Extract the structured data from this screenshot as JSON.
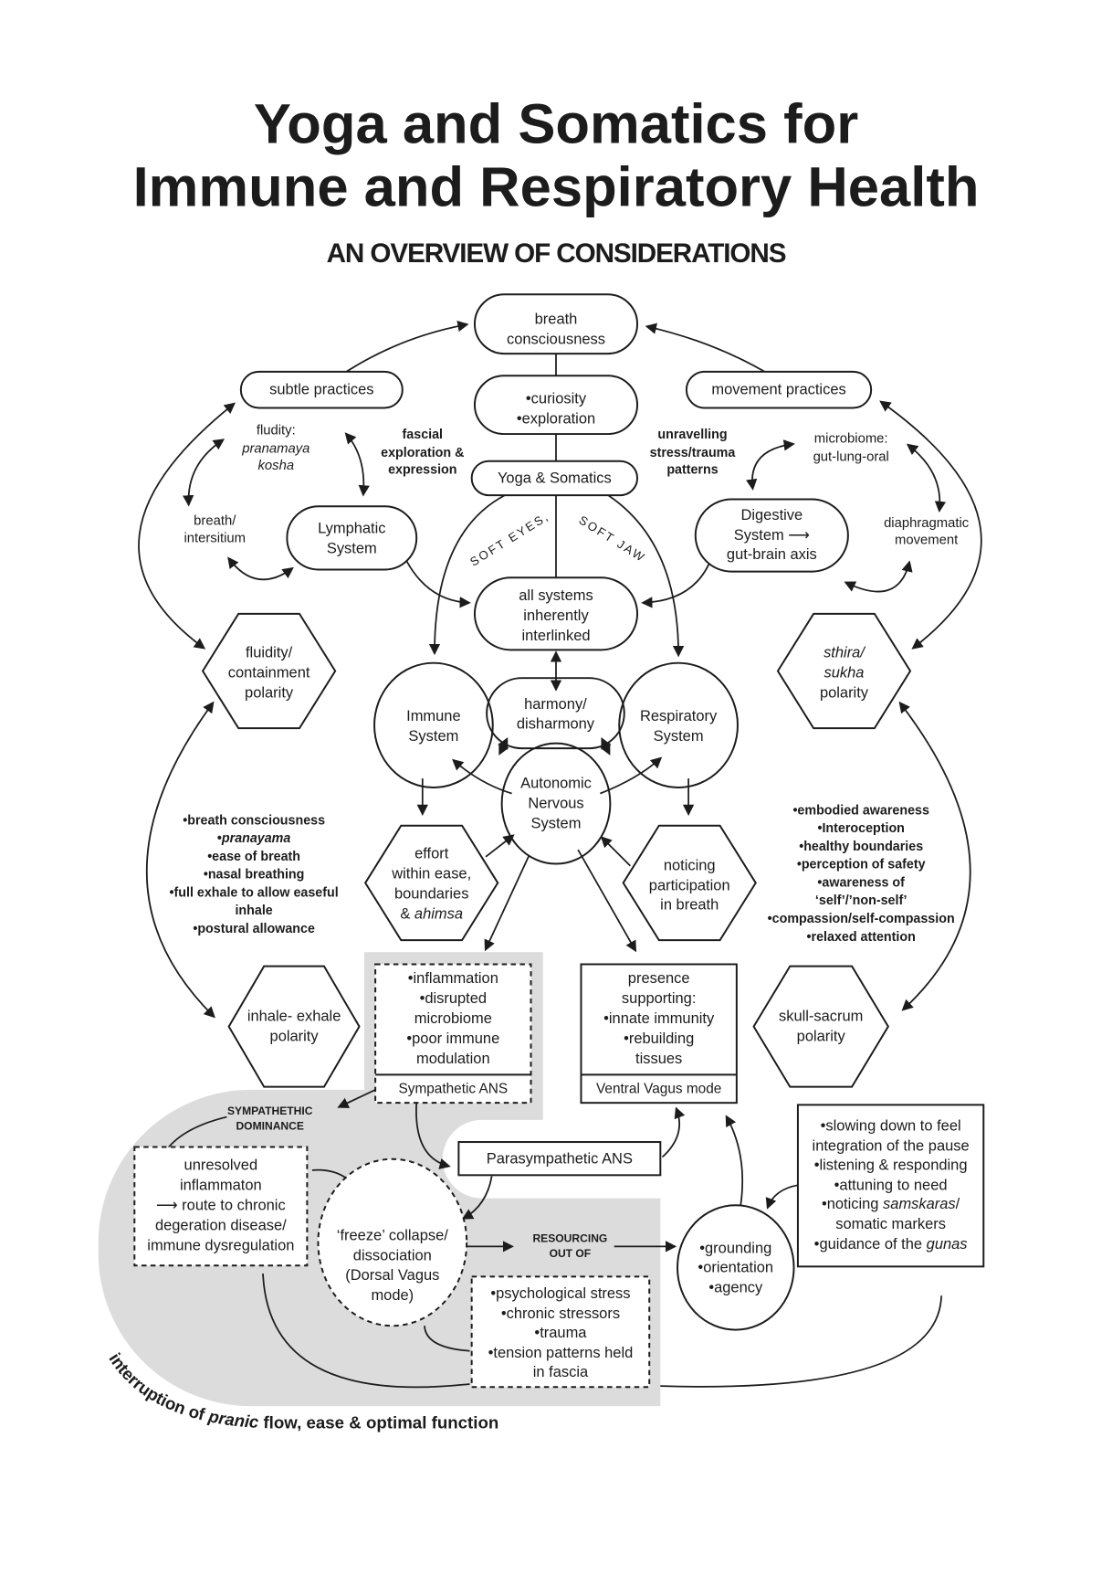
{
  "title": {
    "line1": "Yoga and Somatics for",
    "line2": "Immune and Respiratory Health"
  },
  "subtitle": "AN OVERVIEW OF CONSIDERATIONS",
  "colors": {
    "ink": "#1c1c1c",
    "shade": "#dcdcdc"
  },
  "curve_labels": {
    "soft_eyes": "SOFT EYES,",
    "soft_jaw": "SOFT JAW"
  },
  "footer": {
    "part1": "interruption of ",
    "part2": "pranic",
    "part3": " flow, ease & optimal function"
  },
  "nodes": {
    "breath": {
      "lines": [
        "breath",
        "consciousness"
      ]
    },
    "curiosity": {
      "lines": [
        "•curiosity",
        "•exploration"
      ]
    },
    "yoga": {
      "lines": [
        "Yoga & Somatics"
      ]
    },
    "allsys": {
      "lines": [
        "all systems",
        "inherently",
        "interlinked"
      ]
    },
    "subtle": {
      "lines": [
        "subtle practices"
      ]
    },
    "movement": {
      "lines": [
        "movement practices"
      ]
    },
    "lymph": {
      "lines": [
        "Lymphatic",
        "System"
      ]
    },
    "digest": {
      "lines": [
        "Digestive",
        "System ⟶",
        "gut-brain axis"
      ]
    },
    "fludity": {
      "lines": [
        "fludity:",
        "pranamaya",
        "kosha"
      ]
    },
    "breathInt": {
      "lines": [
        "breath/",
        "intersitium"
      ]
    },
    "fascial": {
      "lines": [
        "fascial",
        "exploration &",
        "expression"
      ]
    },
    "unravel": {
      "lines": [
        "unravelling",
        "stress/trauma",
        "patterns"
      ]
    },
    "micro": {
      "lines": [
        "microbiome:",
        "gut-lung-oral"
      ]
    },
    "diaph": {
      "lines": [
        "diaphragmatic",
        "movement"
      ]
    },
    "fluidity": {
      "lines": [
        "fluidity/",
        "containment",
        "polarity"
      ]
    },
    "sthira": {
      "lines": [
        "sthira/",
        "sukha",
        "polarity"
      ]
    },
    "effort": {
      "lines": [
        "effort",
        "within ease,",
        "boundaries",
        [
          "& ",
          "ahimsa"
        ]
      ]
    },
    "noticing": {
      "lines": [
        "noticing",
        "participation",
        "in breath"
      ]
    },
    "inhale": {
      "lines": [
        "inhale- exhale",
        "polarity"
      ]
    },
    "skull": {
      "lines": [
        "skull-sacrum",
        "polarity"
      ]
    },
    "immune": {
      "lines": [
        "Immune",
        "System"
      ]
    },
    "resp": {
      "lines": [
        "Respiratory",
        "System"
      ]
    },
    "harmony": {
      "lines": [
        "harmony/",
        "disharmony"
      ]
    },
    "ans": {
      "lines": [
        "Autonomic",
        "Nervous",
        "System"
      ]
    },
    "leftList": {
      "lines": [
        "•breath consciousness",
        [
          "•",
          "pranayama"
        ],
        "•ease of breath",
        "•nasal breathing",
        "•full exhale to allow easeful",
        "inhale",
        "•postural allowance"
      ]
    },
    "rightList": {
      "lines": [
        "•embodied awareness",
        "•Interoception",
        "•healthy boundaries",
        "•perception of safety",
        "•awareness of",
        "‘self’/’non-self’",
        "•compassion/self-compassion",
        "•relaxed attention"
      ]
    },
    "symp": {
      "lines": [
        "•inflammation",
        "•disrupted",
        "microbiome",
        "•poor immune",
        "modulation",
        "Sympathetic ANS"
      ]
    },
    "ventral": {
      "lines": [
        "presence",
        "supporting:",
        "•innate immunity",
        "•rebuilding",
        "tissues",
        "Ventral Vagus mode"
      ]
    },
    "sympDom": {
      "lines": [
        "SYMPATHETHIC",
        "DOMINANCE"
      ]
    },
    "unresolved": {
      "lines": [
        "unresolved",
        "inflammaton",
        "⟶ route to chronic",
        "degeration disease/",
        "immune dysregulation"
      ]
    },
    "para": {
      "lines": [
        "Parasympathetic ANS"
      ]
    },
    "freeze": {
      "lines": [
        "‘freeze’ collapse/",
        "dissociation",
        "(Dorsal Vagus",
        "mode)"
      ]
    },
    "resourcing": {
      "lines": [
        "RESOURCING",
        "OUT OF"
      ]
    },
    "grounding": {
      "lines": [
        "•grounding",
        "•orientation",
        "•agency"
      ]
    },
    "rightBox": {
      "lines": [
        "•slowing down to feel",
        "integration of the pause",
        "•listening & responding",
        "•attuning to need",
        [
          "•noticing ",
          "samskaras",
          "/"
        ],
        "somatic markers",
        [
          "•guidance of the ",
          "gunas"
        ]
      ]
    },
    "stress": {
      "lines": [
        "•psychological stress",
        "•chronic stressors",
        "•trauma",
        "•tension patterns held",
        "in fascia"
      ]
    }
  }
}
